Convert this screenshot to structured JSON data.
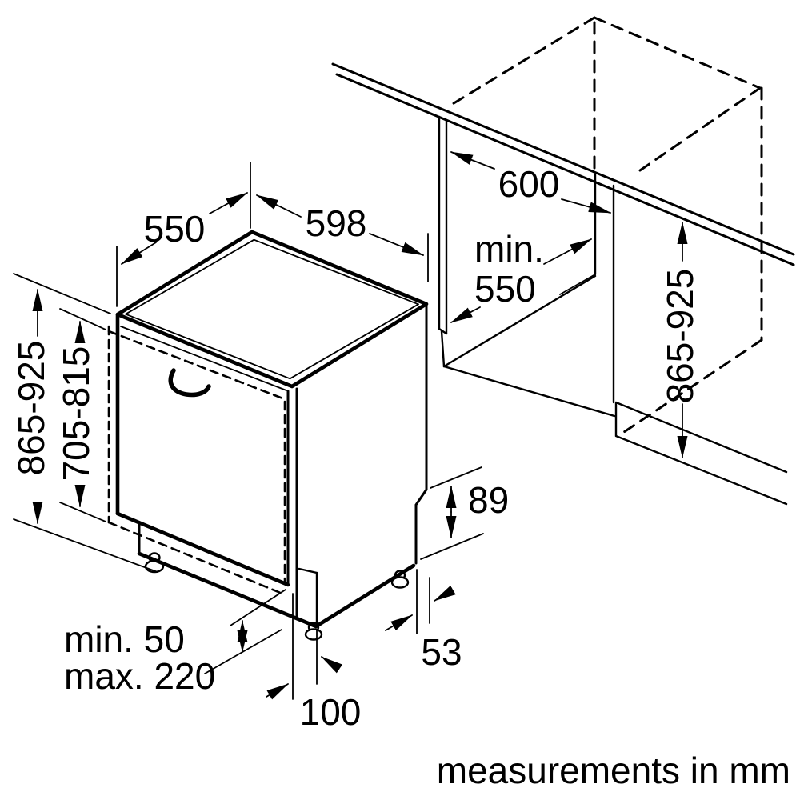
{
  "page": {
    "background": "#ffffff",
    "line_color": "#000000"
  },
  "diagram": {
    "kind": "built-in dishwasher installation dimension drawing, isometric line art",
    "footer_note": "measurements in mm",
    "dimensions": {
      "top_depth": "550",
      "top_width": "598",
      "overall_height_left": "865-925",
      "front_panel_height": "705-815",
      "niche_width": "600",
      "niche_depth_prefix": "min.",
      "niche_depth_value": "550",
      "overall_height_right": "865-925",
      "rear_base_height": "89",
      "rear_clearance": "53",
      "plinth_recess": "100",
      "plinth_height_min": "min. 50",
      "plinth_height_max": "max. 220"
    }
  }
}
